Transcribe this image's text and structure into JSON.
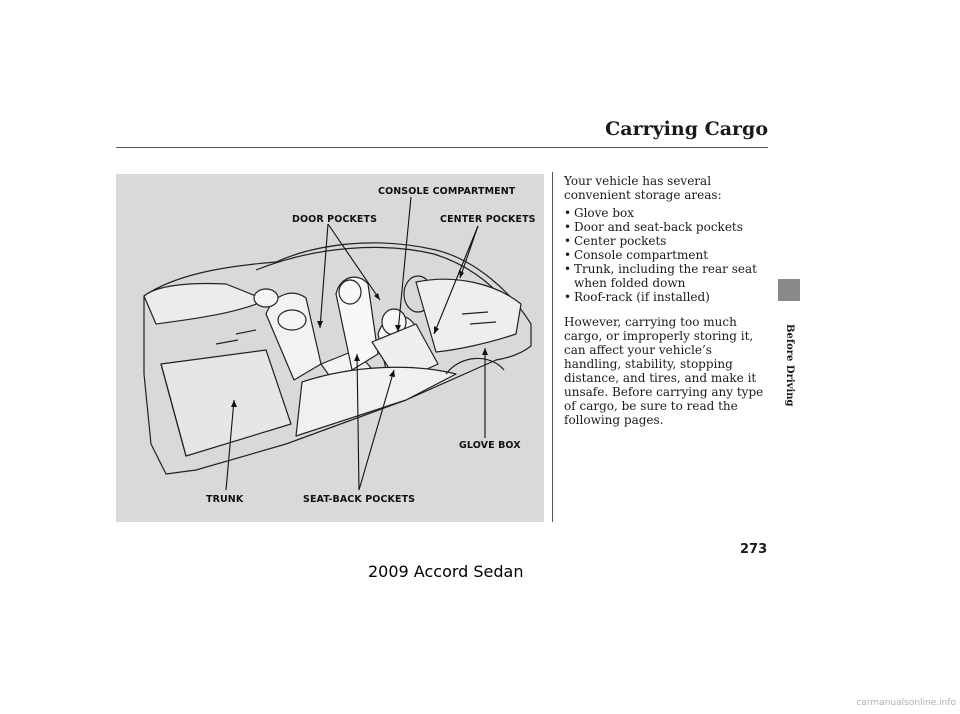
{
  "header": {
    "title": "Carrying Cargo"
  },
  "figure": {
    "callouts": {
      "console": "CONSOLE COMPARTMENT",
      "door": "DOOR POCKETS",
      "center": "CENTER POCKETS",
      "glove": "GLOVE BOX",
      "trunk": "TRUNK",
      "seatback": "SEAT-BACK POCKETS"
    }
  },
  "body": {
    "intro": "Your vehicle has several convenient storage areas:",
    "items": [
      "Glove box",
      "Door and seat-back pockets",
      "Center pockets",
      "Console compartment",
      "Trunk, including the rear seat when folded down",
      "Roof-rack (if installed)"
    ],
    "warning": "However, carrying too much cargo, or improperly storing it, can affect your vehicle’s handling, stability, stopping distance, and tires, and make it unsafe. Before carrying any type of cargo, be sure to read the following pages."
  },
  "sidebar": {
    "section": "Before Driving"
  },
  "page_number": "273",
  "footer": {
    "model": "2009  Accord  Sedan"
  },
  "watermark": "carmanualsonline.info"
}
